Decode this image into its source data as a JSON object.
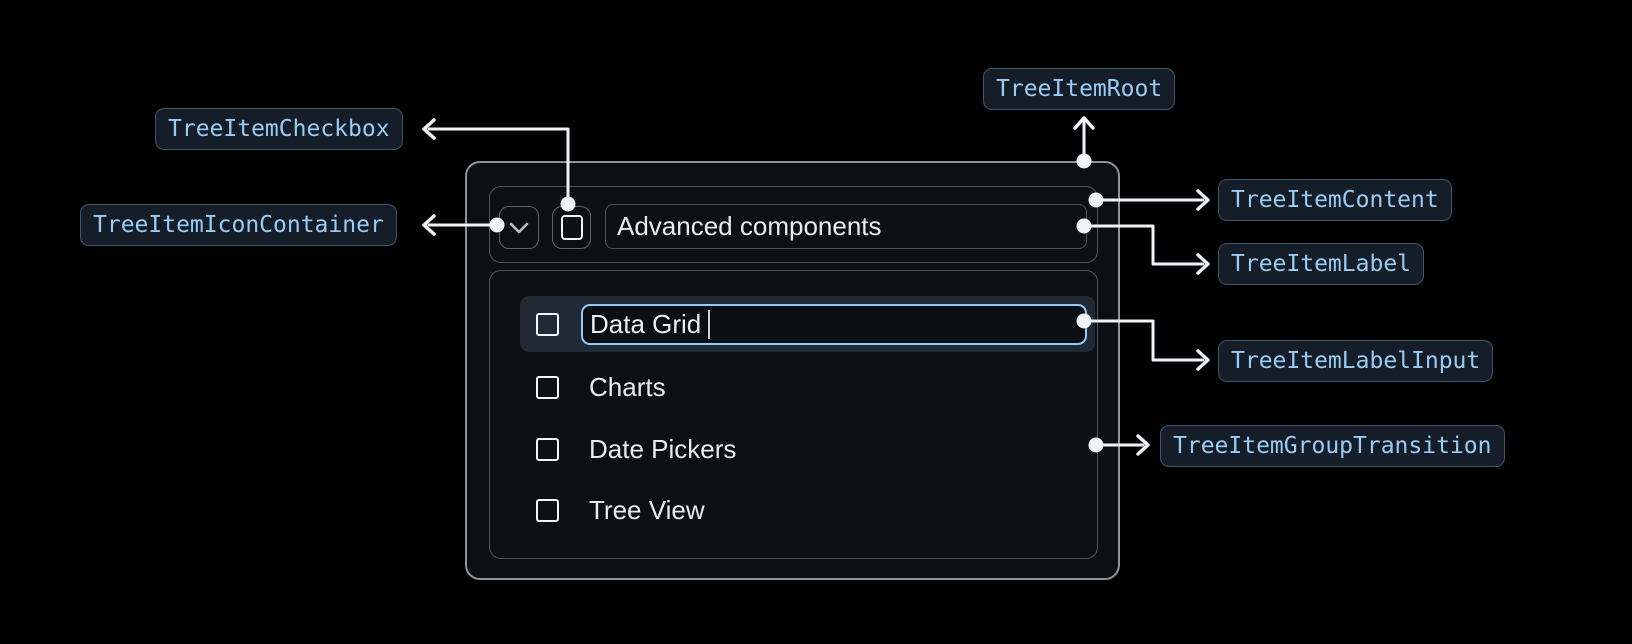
{
  "chips": {
    "tree_item_root": "TreeItemRoot",
    "tree_item_checkbox": "TreeItemCheckbox",
    "tree_item_icon_container": "TreeItemIconContainer",
    "tree_item_content": "TreeItemContent",
    "tree_item_label": "TreeItemLabel",
    "tree_item_label_input": "TreeItemLabelInput",
    "tree_item_group_transition": "TreeItemGroupTransition"
  },
  "tree": {
    "parent_label": "Advanced components",
    "label_input": {
      "value": "Data Grid"
    },
    "children": [
      "Charts",
      "Date Pickers",
      "Tree View"
    ]
  },
  "icons": {
    "expand": "chevron-down-icon",
    "checkbox": "checkbox-unchecked-icon"
  },
  "colors": {
    "background": "#000000",
    "component_background": "#0c0f14",
    "connector": "#f0f4f8",
    "chip_text": "#99ccf3",
    "chip_border": "#3e5668",
    "chip_background": "#151e28",
    "focus_ring": "#90caf9",
    "row_highlight": "#212a34"
  }
}
